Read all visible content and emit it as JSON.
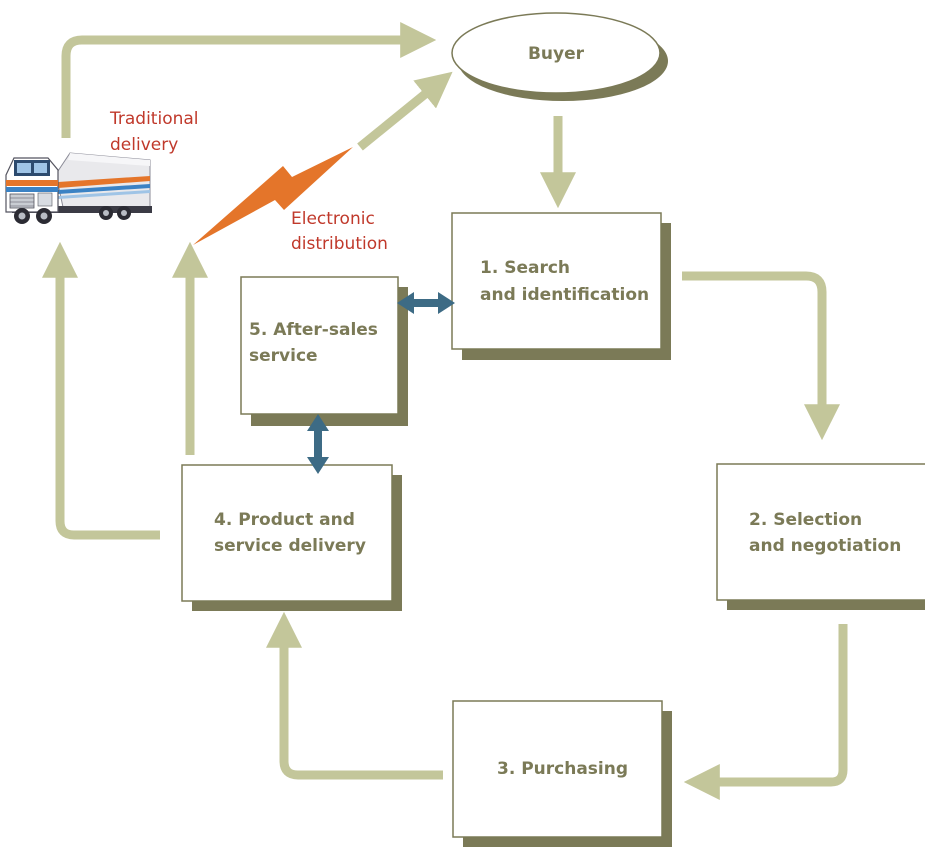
{
  "nodes": {
    "buyer": {
      "label": "Buyer"
    },
    "search": {
      "lines": [
        "1. Search",
        "and identification"
      ]
    },
    "selection": {
      "lines": [
        "2. Selection",
        "and negotiation"
      ]
    },
    "purchasing": {
      "lines": [
        "3. Purchasing"
      ]
    },
    "delivery": {
      "lines": [
        "4. Product and",
        "service delivery"
      ]
    },
    "after_sales": {
      "lines": [
        "5. After-sales",
        "service"
      ]
    }
  },
  "annotations": {
    "traditional": {
      "lines": [
        "Traditional",
        "delivery"
      ]
    },
    "electronic": {
      "lines": [
        "Electronic",
        "distribution"
      ]
    }
  },
  "colors": {
    "flow_arrow": "#c3c69a",
    "box_shadow": "#7b7a57",
    "node_text": "#7b7a57",
    "annotation_text": "#c0392b",
    "lightning": "#e4752a",
    "double_arrow": "#3d6b85"
  },
  "icons": {
    "truck": "truck-icon",
    "lightning": "lightning-bolt-icon"
  }
}
